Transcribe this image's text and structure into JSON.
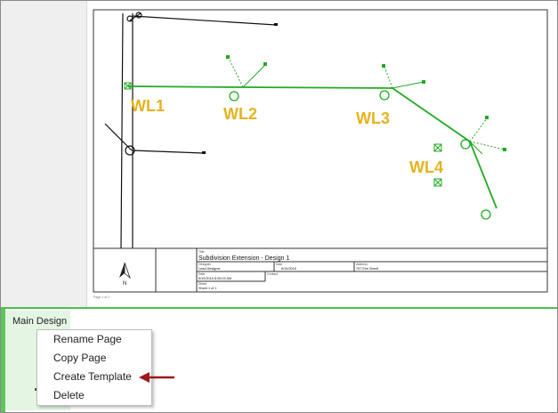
{
  "drawing": {
    "labels": [
      "WL1",
      "WL2",
      "WL3",
      "WL4"
    ],
    "title_block": {
      "title_caption": "Title",
      "title": "Subdivision Extension - Design 1",
      "designer_caption": "Designer",
      "designer": "Lead Designer",
      "date_caption": "Date",
      "date": "6/10/2016",
      "address_caption": "Address",
      "address": "757 Elm Street",
      "time_caption": "Date",
      "time": "6/10/2016 8:26:03 AM",
      "contact_caption": "Contact",
      "sheet_caption": "Sheet",
      "sheet": "Sheet 1 of 1",
      "north_label": "N"
    },
    "footer_text": "Page 1 of 1"
  },
  "bottom_panel": {
    "tab_label": "Main Design"
  },
  "context_menu": {
    "items": [
      "Rename Page",
      "Copy Page",
      "Create Template",
      "Delete"
    ]
  },
  "colors": {
    "design_line": "#22aa22",
    "label": "#e6b21e",
    "arrow": "#a01818"
  }
}
